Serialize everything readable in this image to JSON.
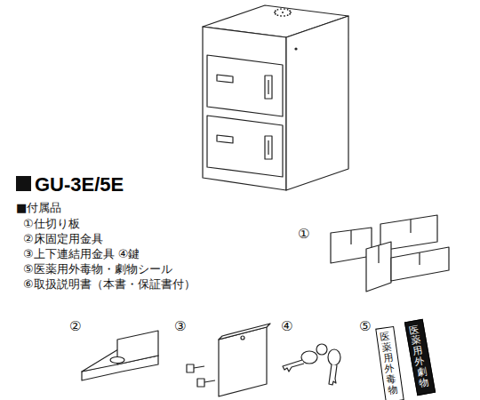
{
  "diagram": {
    "title": "GU-3E/5E",
    "nodes": [
      {
        "text": [
          "医薬用外毒物"
        ]
      },
      {
        "text": [
          "医薬用外劇物"
        ]
      }
    ],
    "labels": [
      "■付属品",
      "①仕切り板",
      "②床固定用金具",
      "③上下連結用金具 ④鍵",
      "⑤医薬用外毒物・劇物シール",
      "⑥取扱説明書（本書・保証書付）",
      "①",
      "②",
      "③",
      "④",
      "⑤"
    ]
  }
}
